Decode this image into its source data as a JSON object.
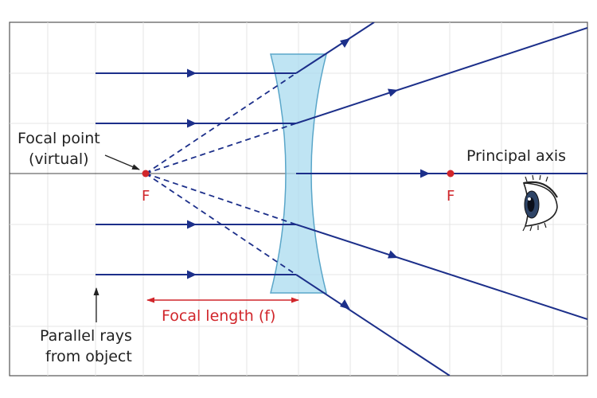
{
  "labels": {
    "focal_point_line1": "Focal point",
    "focal_point_line2": "(virtual)",
    "principal_axis": "Principal axis",
    "focal_left": "F",
    "focal_right": "F",
    "focal_length": "Focal length (f)",
    "parallel_line1": "Parallel rays",
    "parallel_line2": "from object"
  },
  "colors": {
    "ray": "#1c2f8a",
    "focal": "#d1262b",
    "lens_fill": "#a9dbef",
    "lens_stroke": "#5aa6c9",
    "grid": "#e4e4e4",
    "frame": "#555555"
  },
  "icons": {
    "viewer": "eye-icon"
  }
}
